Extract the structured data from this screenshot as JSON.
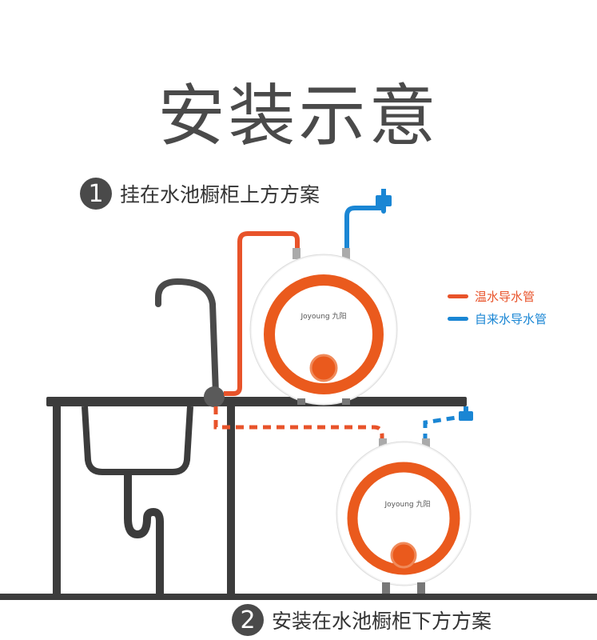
{
  "title": "安装示意",
  "step1": {
    "number": "1",
    "text": "挂在水池橱柜上方方案"
  },
  "step2": {
    "number": "2",
    "text": "安装在水池橱柜下方方案"
  },
  "legend": [
    {
      "label": "温水导水管",
      "color": "#e8532a"
    },
    {
      "label": "自来水导水管",
      "color": "#1a86d4"
    }
  ],
  "heater_brand": "Joyoung 九阳",
  "colors": {
    "hot_pipe": "#e8532a",
    "cold_pipe": "#1a86d4",
    "cabinet": "#3c3c3c",
    "heater_ring": "#ea5a1d",
    "title": "#4a4a4a"
  }
}
